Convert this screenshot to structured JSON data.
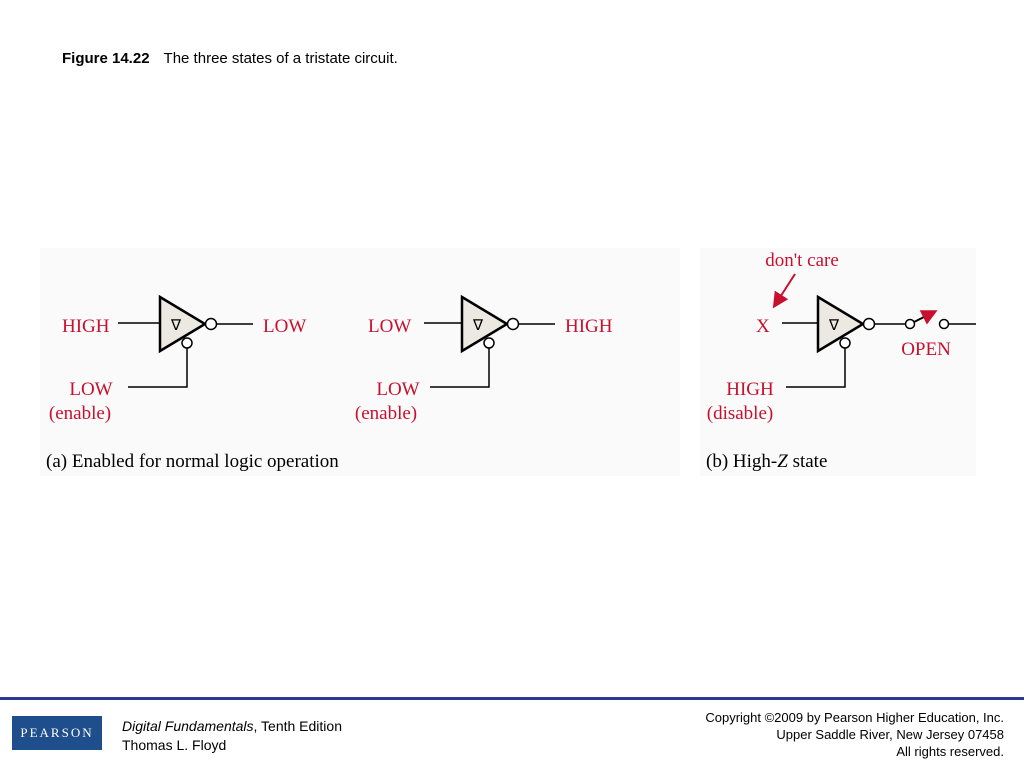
{
  "title": {
    "figure_number": "Figure 14.22",
    "caption": "The three states of a tristate circuit."
  },
  "diagram": {
    "panel_a": {
      "caption": "(a) Enabled for normal logic operation",
      "gate1": {
        "input": "HIGH",
        "output": "LOW",
        "enable_level": "LOW",
        "enable_note": "(enable)",
        "symbol": "∇"
      },
      "gate2": {
        "input": "LOW",
        "output": "HIGH",
        "enable_level": "LOW",
        "enable_note": "(enable)",
        "symbol": "∇"
      }
    },
    "panel_b": {
      "caption_prefix": "(b) High-",
      "caption_var": "Z",
      "caption_suffix": " state",
      "annotation": "don't care",
      "input": "X",
      "switch_label": "OPEN",
      "enable_level": "HIGH",
      "enable_note": "(disable)",
      "symbol": "∇"
    },
    "colors": {
      "label_red": "#c8102e",
      "gate_fill": "#ece9e2",
      "panel_bg": "#fafafa"
    }
  },
  "footer": {
    "logo": "PEARSON",
    "book_title": "Digital Fundamentals",
    "book_edition": ", Tenth Edition",
    "author": "Thomas L. Floyd",
    "copyright_lines": [
      "Copyright ©2009 by Pearson Higher Education, Inc.",
      "Upper Saddle River, New Jersey 07458",
      "All rights reserved."
    ],
    "colors": {
      "rule": "#2b3990",
      "logo_bg": "#1f4e8c"
    }
  }
}
